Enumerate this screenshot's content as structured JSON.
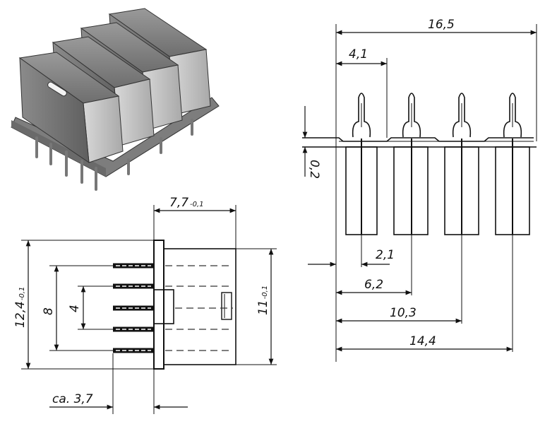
{
  "figure": {
    "top_view_dims": {
      "overall_width": "16,5",
      "first_pin": "4,1",
      "lead_thickness": "0,2"
    },
    "bottom_dims": {
      "d1": "2,1",
      "d2": "6,2",
      "d3": "10,3",
      "d4": "14,4"
    },
    "side_view_dims": {
      "depth_main": "7,7",
      "depth_tol": "-0,1",
      "height_main": "12,4",
      "height_tol": "-0,1",
      "inner_height_main": "11",
      "inner_height_tol": "-0,1",
      "pin_span_outer": "8",
      "pin_span_inner": "4",
      "pin_length": "ca. 3,7"
    }
  }
}
